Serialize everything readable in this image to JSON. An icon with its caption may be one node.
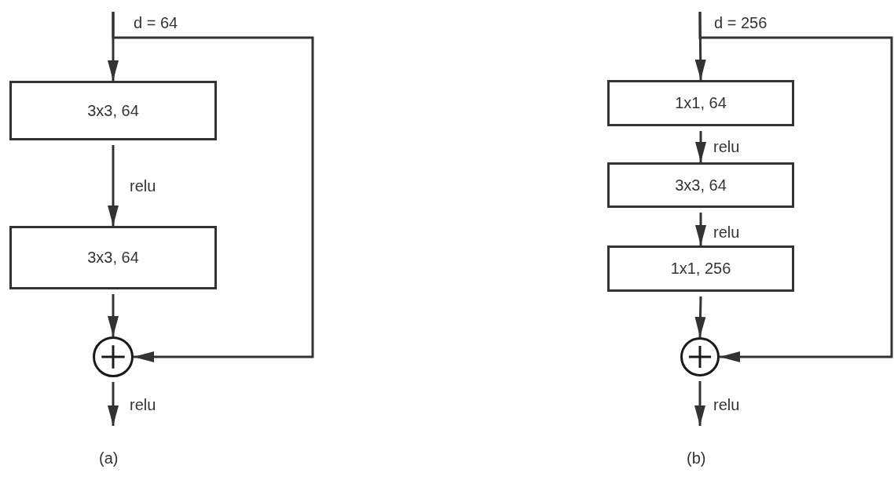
{
  "diagram": {
    "nodes": [
      {
        "text": [
          "3x3, 64"
        ]
      },
      {
        "text": [
          "3x3, 64"
        ]
      },
      {
        "text": [],
        "shape": "circle"
      },
      {
        "text": [
          "1x1, 64"
        ]
      },
      {
        "text": [
          "3x3, 64"
        ]
      },
      {
        "text": [
          "1x1, 256"
        ]
      },
      {
        "text": [],
        "shape": "circle"
      }
    ],
    "edges": [
      {
        "from": null,
        "to": 0,
        "arrow": "to",
        "label": "d = 64"
      },
      {
        "from": null,
        "to": 2,
        "arrow": "to"
      },
      {
        "from": 0,
        "to": 1,
        "arrow": "to",
        "label": "relu"
      },
      {
        "from": 1,
        "to": 2,
        "arrow": "to"
      },
      {
        "from": 2,
        "to": null,
        "arrow": "to",
        "label": "relu"
      },
      {
        "from": null,
        "to": 3,
        "arrow": "to",
        "label": "d = 256"
      },
      {
        "from": null,
        "to": 6,
        "arrow": "to"
      },
      {
        "from": 3,
        "to": 4,
        "arrow": "to",
        "label": "relu"
      },
      {
        "from": 4,
        "to": 5,
        "arrow": "to",
        "label": "relu"
      },
      {
        "from": 5,
        "to": 6,
        "arrow": "to"
      },
      {
        "from": 6,
        "to": null,
        "arrow": "to",
        "label": "relu"
      }
    ],
    "labels": [
      "(a)",
      "(b)"
    ]
  }
}
